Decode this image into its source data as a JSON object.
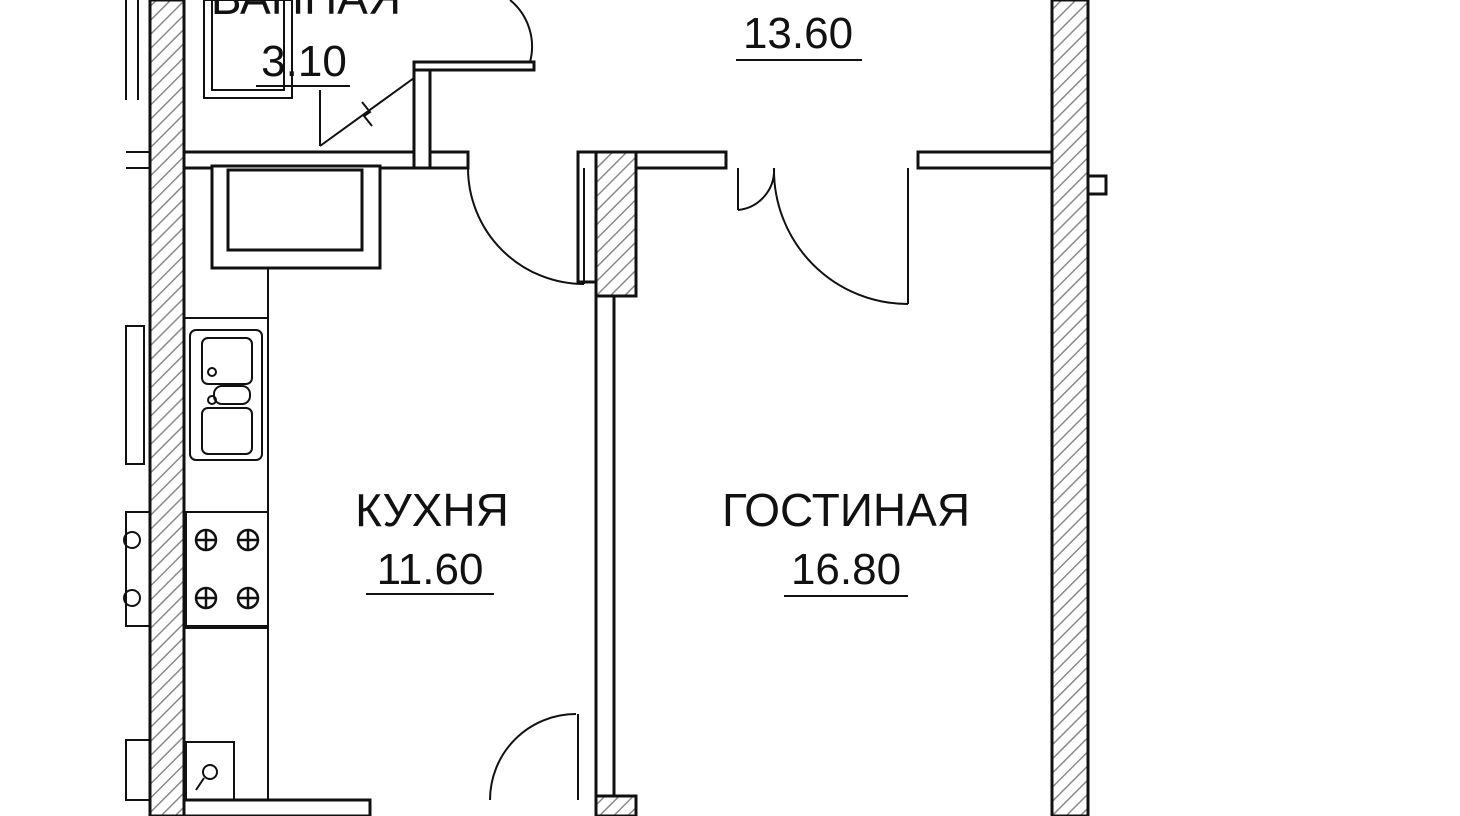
{
  "colors": {
    "line": "#111111",
    "wall_hatch": "#8a8a8a",
    "background": "#ffffff"
  },
  "rooms": {
    "bathroom": {
      "name": "ВАННАЯ",
      "area": "3.10"
    },
    "top_room": {
      "area": "13.60"
    },
    "kitchen": {
      "name": "КУХНЯ",
      "area": "11.60"
    },
    "living": {
      "name": "ГОСТИНАЯ",
      "area": "16.80"
    }
  },
  "fixtures": {
    "sink": "sink-icon",
    "stove": "stove-icon",
    "bathtub": "bathtub-icon"
  }
}
